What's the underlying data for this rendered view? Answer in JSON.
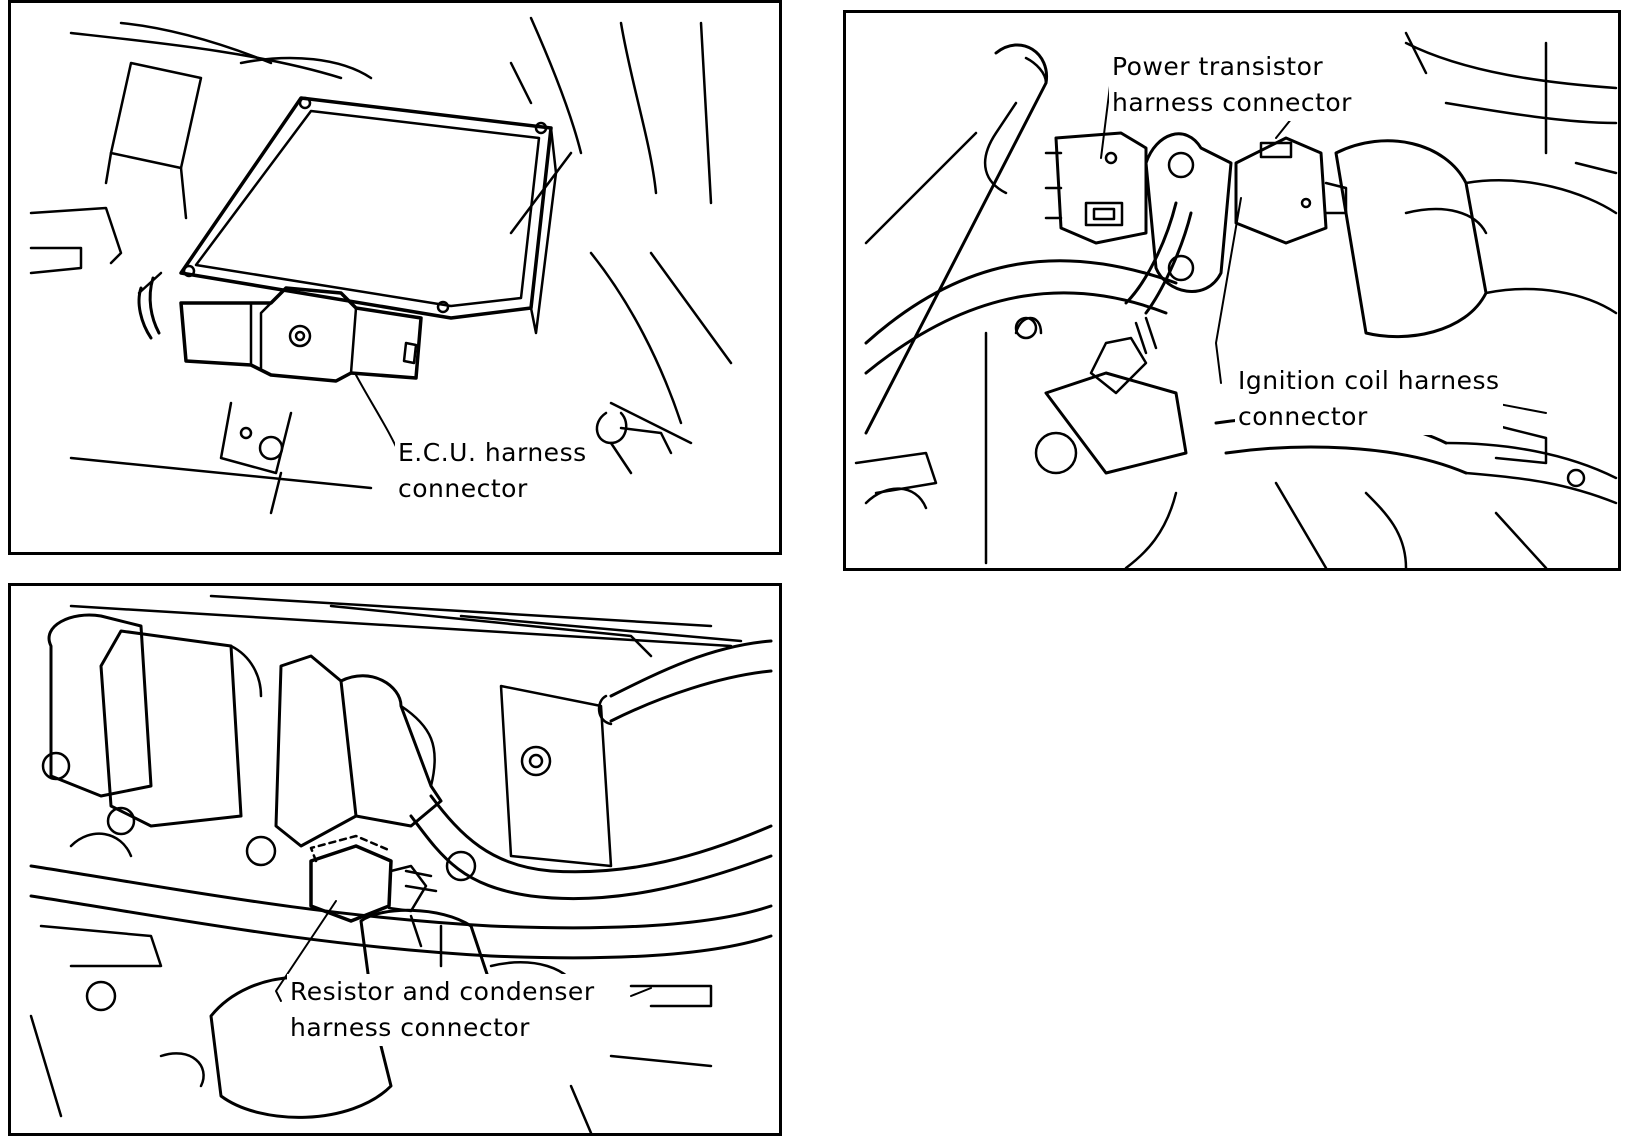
{
  "panels": [
    {
      "id": "ecu",
      "callout": {
        "line1": "E.C.U. harness",
        "line2": "connector"
      }
    },
    {
      "id": "power-transistor-ignition-coil",
      "callouts": [
        {
          "line1": "Power transistor",
          "line2": "harness connector"
        },
        {
          "line1": "Ignition coil harness",
          "line2": "connector"
        }
      ]
    },
    {
      "id": "resistor-condenser",
      "callout": {
        "line1": "Resistor and condenser",
        "line2": "harness connector"
      }
    }
  ],
  "colors": {
    "ink": "#000000",
    "paper": "#ffffff"
  }
}
